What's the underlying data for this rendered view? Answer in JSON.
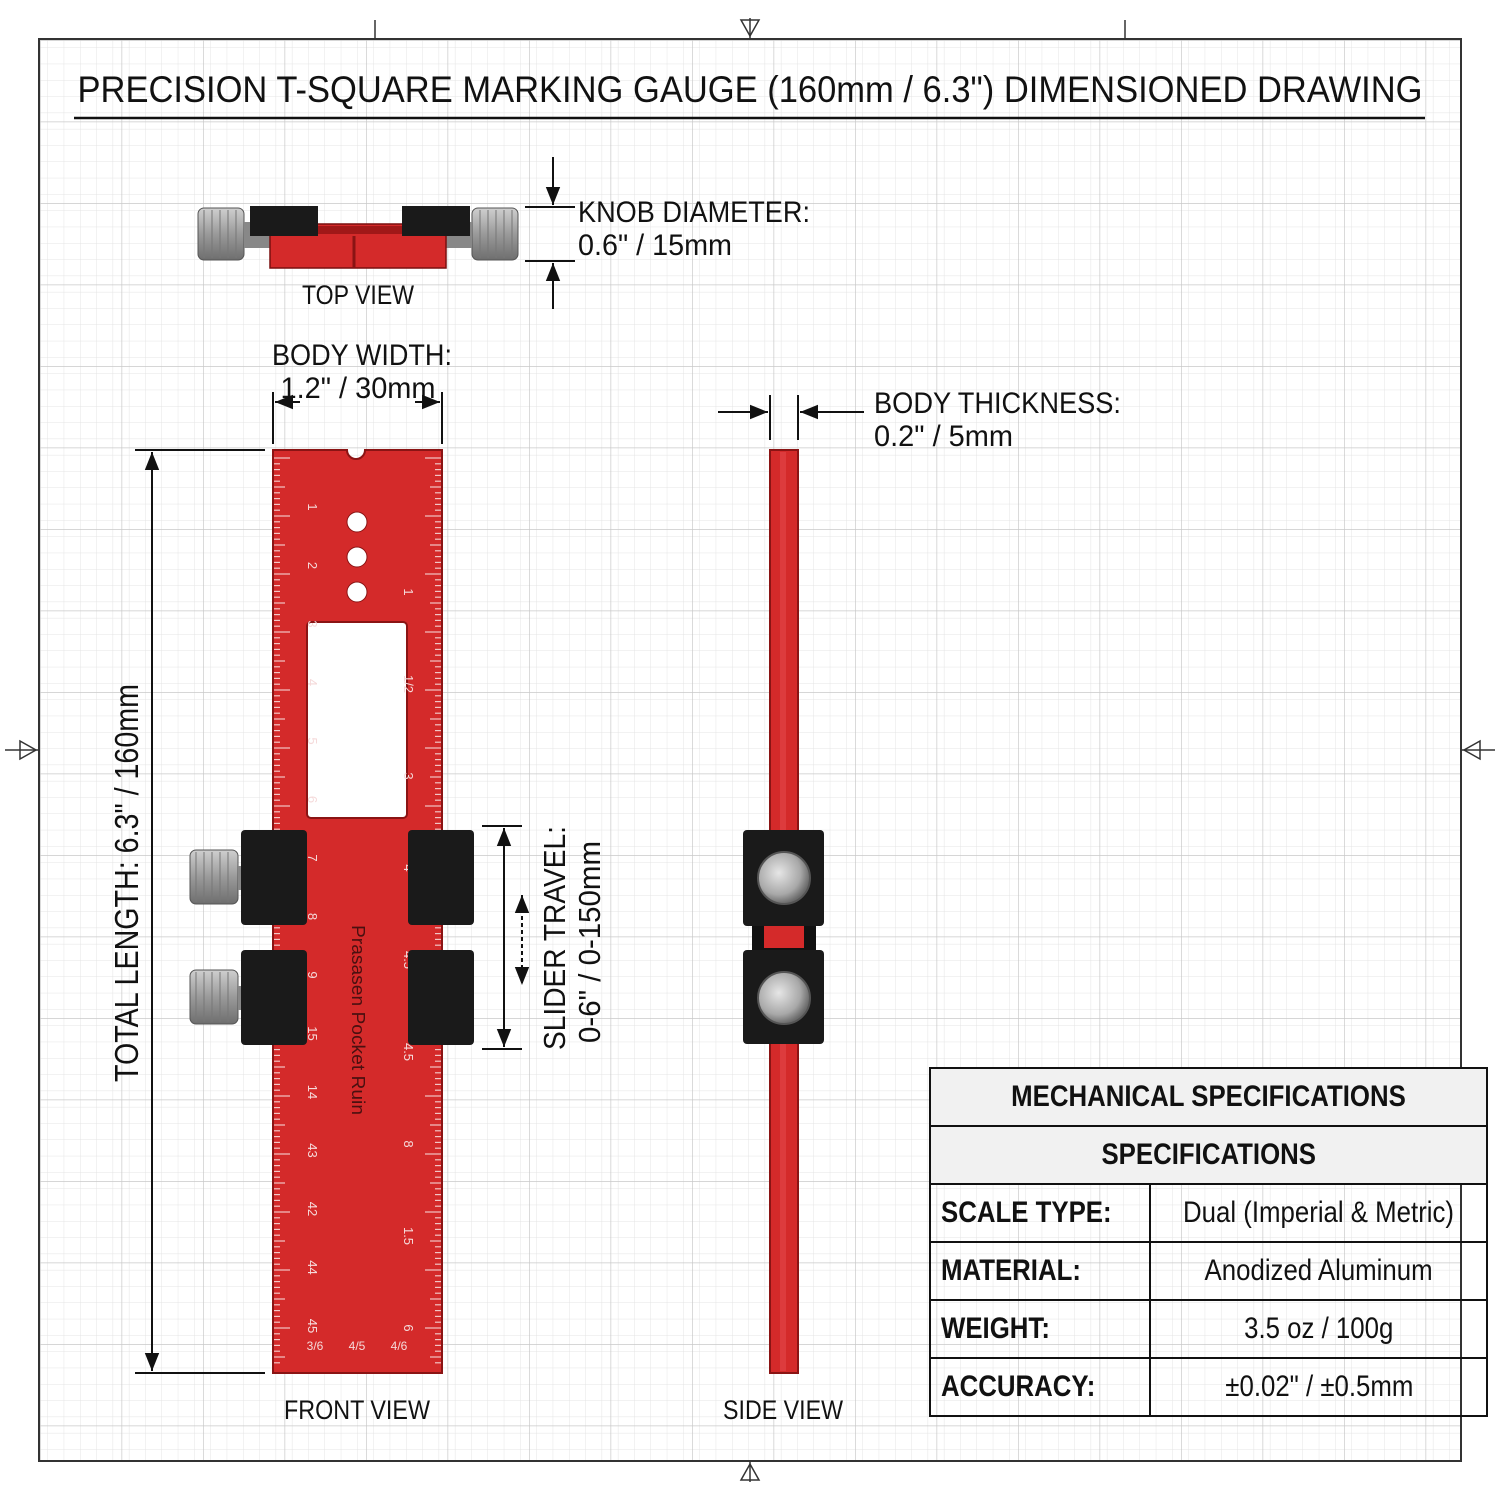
{
  "title": "PRECISION T-SQUARE MARKING GAUGE (160mm / 6.3\") DIMENSIONED DRAWING",
  "views": {
    "top": "TOP VIEW",
    "front": "FRONT VIEW",
    "side": "SIDE VIEW"
  },
  "dimensions": {
    "knob_diameter": {
      "label": "KNOB DIAMETER:",
      "value": "0.6\" / 15mm"
    },
    "body_width": {
      "label": "BODY WIDTH:",
      "value": "1.2\" / 30mm"
    },
    "body_thickness": {
      "label": "BODY THICKNESS:",
      "value": "0.2\" / 5mm"
    },
    "total_length": "TOTAL LENGTH: 6.3\" / 160mm",
    "slider_travel": {
      "label": "SLIDER TRAVEL:",
      "value": "0-6\" / 0-150mm"
    }
  },
  "ruler": {
    "brand": "Prasasen Pocket Ruin",
    "left_numbers": [
      "1",
      "2",
      "3",
      "4",
      "5",
      "6",
      "7",
      "8",
      "9",
      "15",
      "14",
      "43",
      "42",
      "44",
      "45"
    ],
    "right_numbers": [
      "1",
      "1/2",
      "3",
      "4",
      "4.5",
      "4.5",
      "8",
      "1.5",
      "6"
    ],
    "bottom_numbers": [
      "3/6",
      "4/5",
      "4/6"
    ]
  },
  "specifications": {
    "header": "MECHANICAL SPECIFICATIONS",
    "subheader": "SPECIFICATIONS",
    "rows": [
      {
        "key": "SCALE TYPE:",
        "value": "Dual (Imperial & Metric)"
      },
      {
        "key": "MATERIAL:",
        "value": "Anodized Aluminum"
      },
      {
        "key": "WEIGHT:",
        "value": "3.5 oz / 100g"
      },
      {
        "key": "ACCURACY:",
        "value": "±0.02\" / ±0.5mm"
      }
    ]
  },
  "colors": {
    "body_red": "#d42a2a",
    "slider_black": "#1a1a1a",
    "knob_grey": "#a9a9a9",
    "grid": "#d7d7d7"
  }
}
